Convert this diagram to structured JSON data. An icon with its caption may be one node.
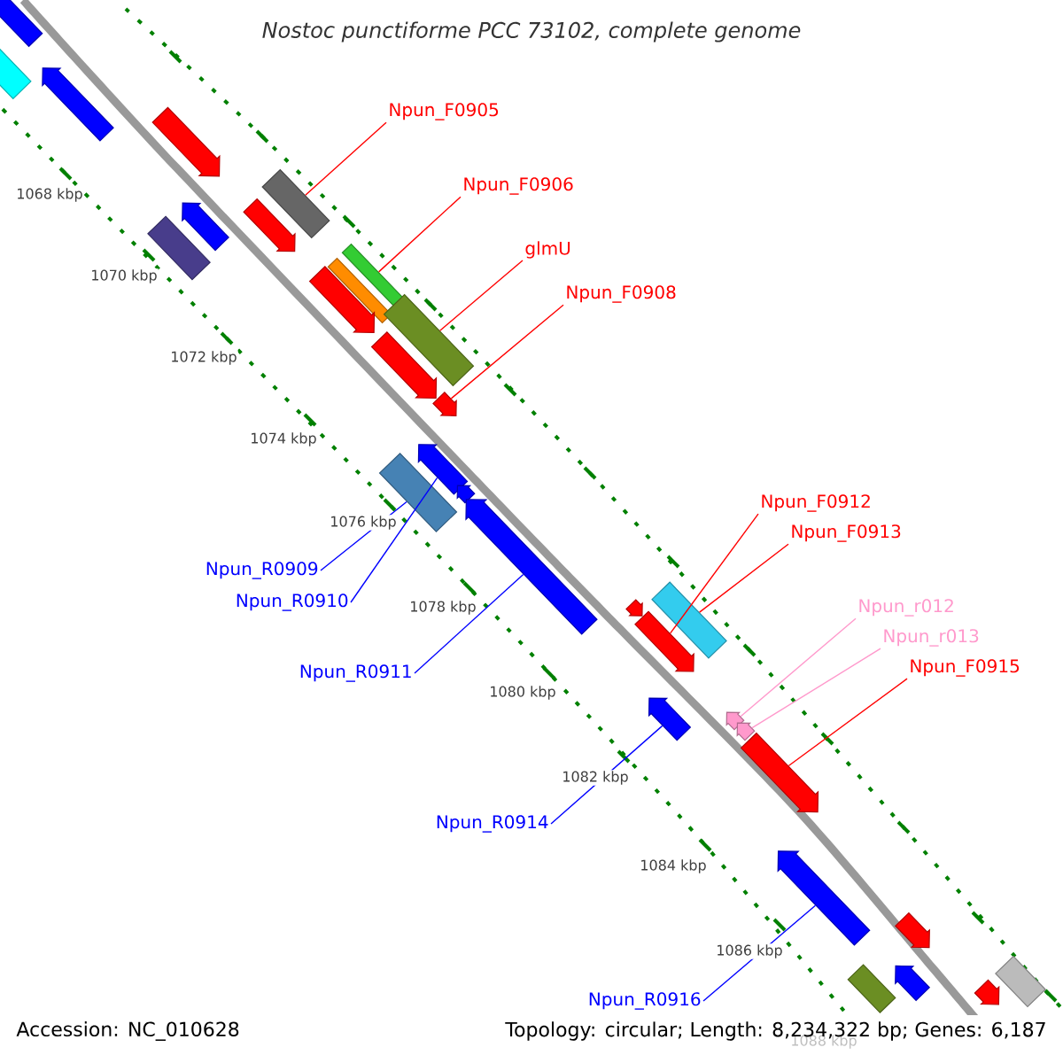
{
  "diagram": {
    "title": "Nostoc punctiforme PCC 73102, complete genome",
    "nodes": [
      {
        "text": [],
        "shape": "pentagon"
      },
      {
        "text": [],
        "shape": "box"
      },
      {
        "text": [],
        "shape": "pentagon"
      },
      {
        "text": [],
        "shape": "pentagon"
      },
      {
        "text": [],
        "shape": "box"
      },
      {
        "text": [],
        "shape": "pentagon"
      },
      {
        "text": [],
        "shape": "box"
      },
      {
        "text": [],
        "shape": "pentagon"
      },
      {
        "text": [],
        "shape": "box"
      },
      {
        "text": [],
        "shape": "box"
      },
      {
        "text": [],
        "shape": "pentagon"
      },
      {
        "text": [],
        "shape": "box"
      },
      {
        "text": [],
        "shape": "pentagon"
      },
      {
        "text": [],
        "shape": "pentagon"
      },
      {
        "text": [],
        "shape": "pentagon"
      },
      {
        "text": [],
        "shape": "box"
      },
      {
        "text": [],
        "shape": "pentagon"
      },
      {
        "text": [],
        "shape": "pentagon"
      },
      {
        "text": [],
        "shape": "pentagon"
      },
      {
        "text": [],
        "shape": "pentagon"
      },
      {
        "text": [],
        "shape": "box"
      },
      {
        "text": [],
        "shape": "pentagon"
      },
      {
        "text": [],
        "shape": "pentagon"
      },
      {
        "text": [],
        "shape": "pentagon"
      },
      {
        "text": [],
        "shape": "pentagon"
      },
      {
        "text": [],
        "shape": "pentagon"
      },
      {
        "text": [],
        "shape": "pentagon"
      },
      {
        "text": [],
        "shape": "box"
      },
      {
        "text": [],
        "shape": "pentagon"
      },
      {
        "text": [],
        "shape": "pentagon"
      },
      {
        "text": [],
        "shape": "box"
      },
      {
        "text": [
          "Npun_F0905"
        ]
      },
      {
        "text": [
          "Npun_F0906"
        ]
      },
      {
        "text": [
          "glmU"
        ]
      },
      {
        "text": [
          "Npun_F0908"
        ]
      },
      {
        "text": [
          "Npun_F0912"
        ]
      },
      {
        "text": [
          "Npun_F0913"
        ]
      },
      {
        "text": [
          "Npun_R0909"
        ]
      },
      {
        "text": [
          "Npun_R0910"
        ]
      },
      {
        "text": [
          "Npun_r012"
        ]
      },
      {
        "text": [
          "Npun_r013"
        ]
      },
      {
        "text": [
          "Npun_F0915"
        ]
      },
      {
        "text": [
          "Npun_R0911"
        ]
      },
      {
        "text": [
          "Npun_R0914"
        ]
      },
      {
        "text": [
          "Npun_R0916"
        ]
      }
    ],
    "edges": [
      {
        "from": 31,
        "to": 6,
        "arrow": "none"
      },
      {
        "from": 32,
        "to": 8,
        "arrow": "none"
      },
      {
        "from": 33,
        "to": 11,
        "arrow": "none"
      },
      {
        "from": 34,
        "to": 13,
        "arrow": "none"
      },
      {
        "from": 35,
        "to": 19,
        "arrow": "none"
      },
      {
        "from": 36,
        "to": 20,
        "arrow": "none"
      },
      {
        "from": 37,
        "to": 15,
        "arrow": "none",
        "color": "#0000ff"
      },
      {
        "from": 38,
        "to": 14,
        "arrow": "none",
        "color": "#0000ff"
      },
      {
        "from": 39,
        "to": 22,
        "arrow": "none",
        "color": "#ff99cc"
      },
      {
        "from": 40,
        "to": 23,
        "arrow": "none",
        "color": "#ff99cc"
      },
      {
        "from": 41,
        "to": 24,
        "arrow": "none"
      },
      {
        "from": 42,
        "to": 17,
        "arrow": "none",
        "color": "#0000ff"
      },
      {
        "from": 43,
        "to": 21,
        "arrow": "none",
        "color": "#0000ff"
      },
      {
        "from": 44,
        "to": 25,
        "arrow": "none",
        "color": "#0000ff"
      }
    ],
    "labels": [
      "1068 kbp",
      "1070 kbp",
      "1072 kbp",
      "1074 kbp",
      "1076 kbp",
      "1078 kbp",
      "1080 kbp",
      "1082 kbp",
      "1084 kbp",
      "1086 kbp",
      "1088 kbp",
      "Accession: NC_010628",
      "Topology: circular; Length: 8,234,322 bp; Genes: 6,187"
    ]
  }
}
